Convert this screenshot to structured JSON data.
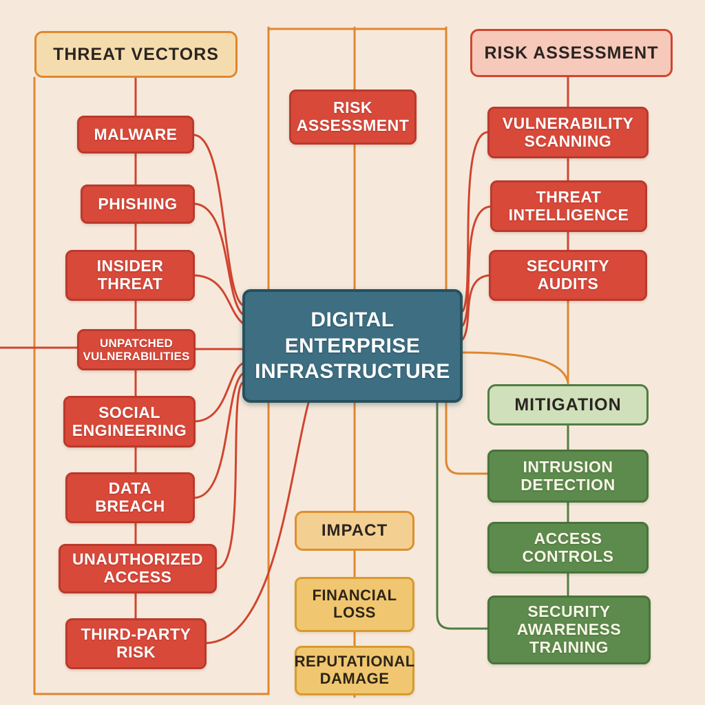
{
  "diagram": {
    "title_hint": "Digital Enterprise Infrastructure risk diagram",
    "center": {
      "label": "DIGITAL ENTERPRISE INFRASTRUCTURE"
    },
    "threat_vectors": {
      "header": "THREAT VECTORS",
      "items": [
        {
          "label": "MALWARE"
        },
        {
          "label": "PHISHING"
        },
        {
          "label": "INSIDER THREAT"
        },
        {
          "label": "UNPATCHED VULNERABILITIES"
        },
        {
          "label": "SOCIAL ENGINEERING"
        },
        {
          "label": "DATA BREACH"
        },
        {
          "label": "UNAUTHORIZED ACCESS"
        },
        {
          "label": "THIRD-PARTY RISK"
        }
      ]
    },
    "risk_assessment": {
      "header": "RISK ASSESSMENT",
      "center_node": "RISK ASSESSMENT",
      "items": [
        {
          "label": "VULNERABILITY SCANNING"
        },
        {
          "label": "THREAT INTELLIGENCE"
        },
        {
          "label": "SECURITY AUDITS"
        }
      ]
    },
    "mitigation": {
      "header": "MITIGATION",
      "items": [
        {
          "label": "INTRUSION DETECTION"
        },
        {
          "label": "ACCESS CONTROLS"
        },
        {
          "label": "SECURITY AWARENESS TRAINING"
        }
      ]
    },
    "impact": {
      "header": "IMPACT",
      "items": [
        {
          "label": "FINANCIAL LOSS"
        },
        {
          "label": "REPUTATIONAL DAMAGE"
        }
      ]
    },
    "colors": {
      "background": "#f6e9dc",
      "threat_node_fill": "#d8493a",
      "threat_header_fill": "#f5dcae",
      "risk_header_fill": "#f6c9ba",
      "mitigation_node_fill": "#5d8a4d",
      "mitigation_header_fill": "#cfe0bb",
      "impact_node_fill": "#f0c770",
      "impact_header_fill": "#f3cf92",
      "center_node_fill": "#3d6e82",
      "line_orange": "#e0862e",
      "line_red": "#d0452f",
      "line_green": "#4f7d42"
    }
  }
}
